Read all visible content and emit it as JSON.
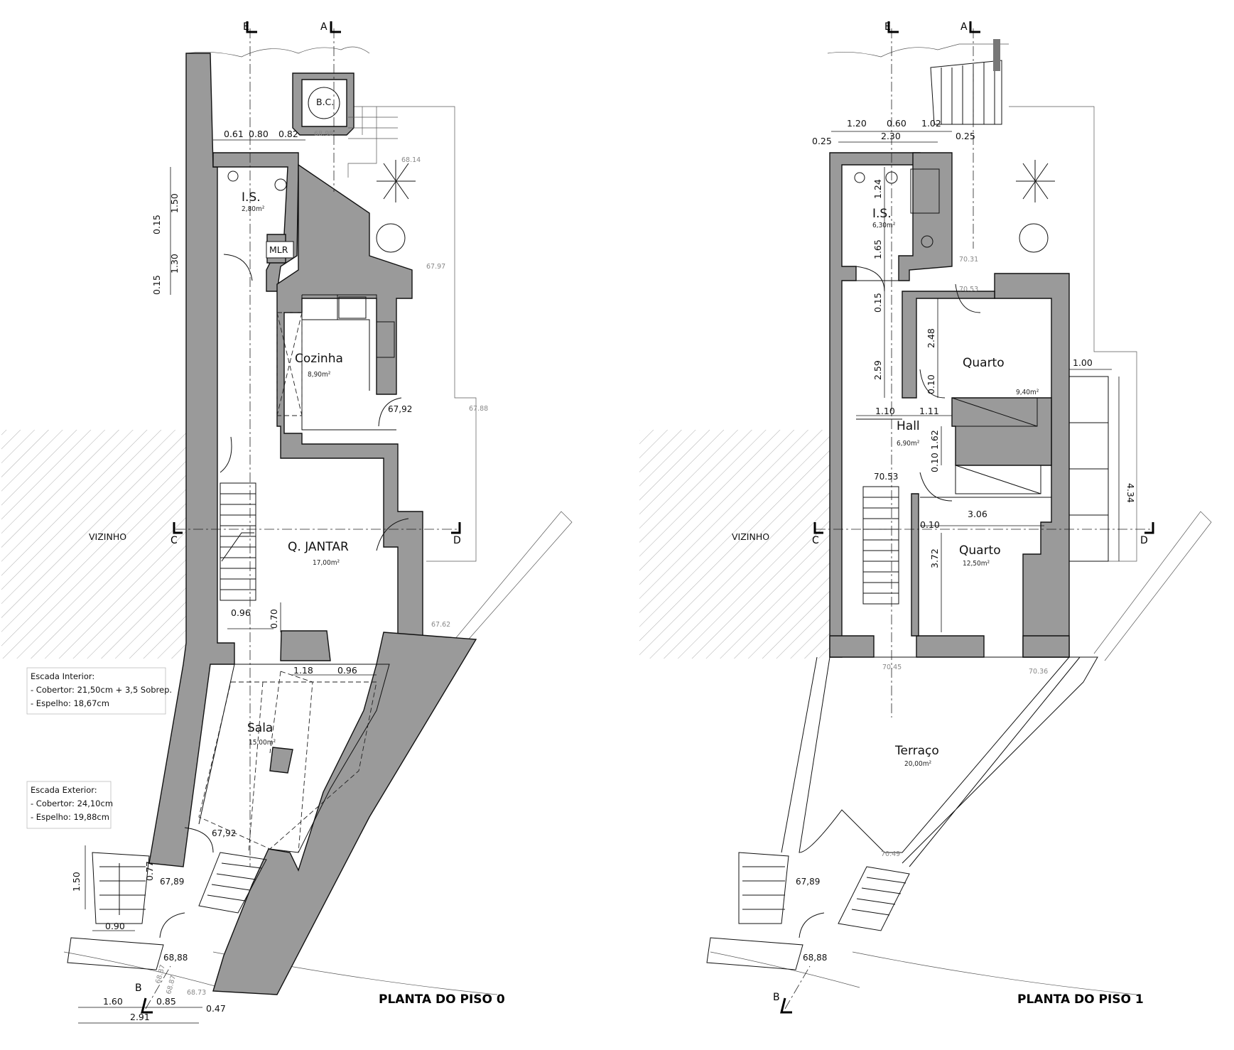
{
  "plans": [
    {
      "title": "PLANTA DO PISO 0",
      "rooms": [
        {
          "name": "I.S.",
          "area": "2,80m²"
        },
        {
          "name": "MLR",
          "area": ""
        },
        {
          "name": "Cozinha",
          "area": "8,90m²"
        },
        {
          "name": "Q. JANTAR",
          "area": "17,00m²"
        },
        {
          "name": "Sala",
          "area": "15,00m²"
        }
      ],
      "fixtures": [
        "B.C."
      ],
      "neighbor_label": "VIZINHO",
      "section_marks": [
        "E",
        "A",
        "C",
        "D",
        "B"
      ],
      "dimensions": [
        "0.61",
        "0.80",
        "0.82",
        "1.50",
        "0.15",
        "1.30",
        "0.15",
        "0.96",
        "0.70",
        "1.18",
        "0.96",
        "0.77",
        "0.90",
        "1.50",
        "1.60",
        "0.85",
        "0.47",
        "2.91"
      ],
      "levels": [
        "67,92",
        "67,92",
        "67,89",
        "68,88"
      ],
      "levels_light": [
        "68.98",
        "68.14",
        "67.97",
        "67.88",
        "67.62",
        "68.87",
        "68.87",
        "68.73"
      ],
      "notes": [
        {
          "heading": "Escada Interior:",
          "lines": [
            "- Cobertor: 21,50cm + 3,5 Sobrep.",
            "- Espelho: 18,67cm"
          ]
        },
        {
          "heading": "Escada Exterior:",
          "lines": [
            "- Cobertor: 24,10cm",
            "- Espelho: 19,88cm"
          ]
        }
      ]
    },
    {
      "title": "PLANTA DO PISO 1",
      "rooms": [
        {
          "name": "I.S.",
          "area": "6,30m²"
        },
        {
          "name": "Quarto",
          "area": "9,40m²"
        },
        {
          "name": "Hall",
          "area": "6,90m²"
        },
        {
          "name": "Quarto",
          "area": "12,50m²"
        },
        {
          "name": "Terraço",
          "area": "20,00m²"
        }
      ],
      "neighbor_label": "VIZINHO",
      "section_marks": [
        "E",
        "A",
        "C",
        "D",
        "B"
      ],
      "dimensions": [
        "1.20",
        "0.60",
        "1.02",
        "0.25",
        "2.30",
        "0.25",
        "1.24",
        "1.65",
        "0.15",
        "2.59",
        "2.48",
        "0.10",
        "1.10",
        "1.11",
        "1.62",
        "0.10",
        "0.10",
        "3.06",
        "3.72",
        "1.00",
        "4.34"
      ],
      "levels": [
        "70.53",
        "67,89",
        "68,88"
      ],
      "levels_light": [
        "70.31",
        "70.53",
        "70.45",
        "70.36",
        "70.49"
      ]
    }
  ]
}
